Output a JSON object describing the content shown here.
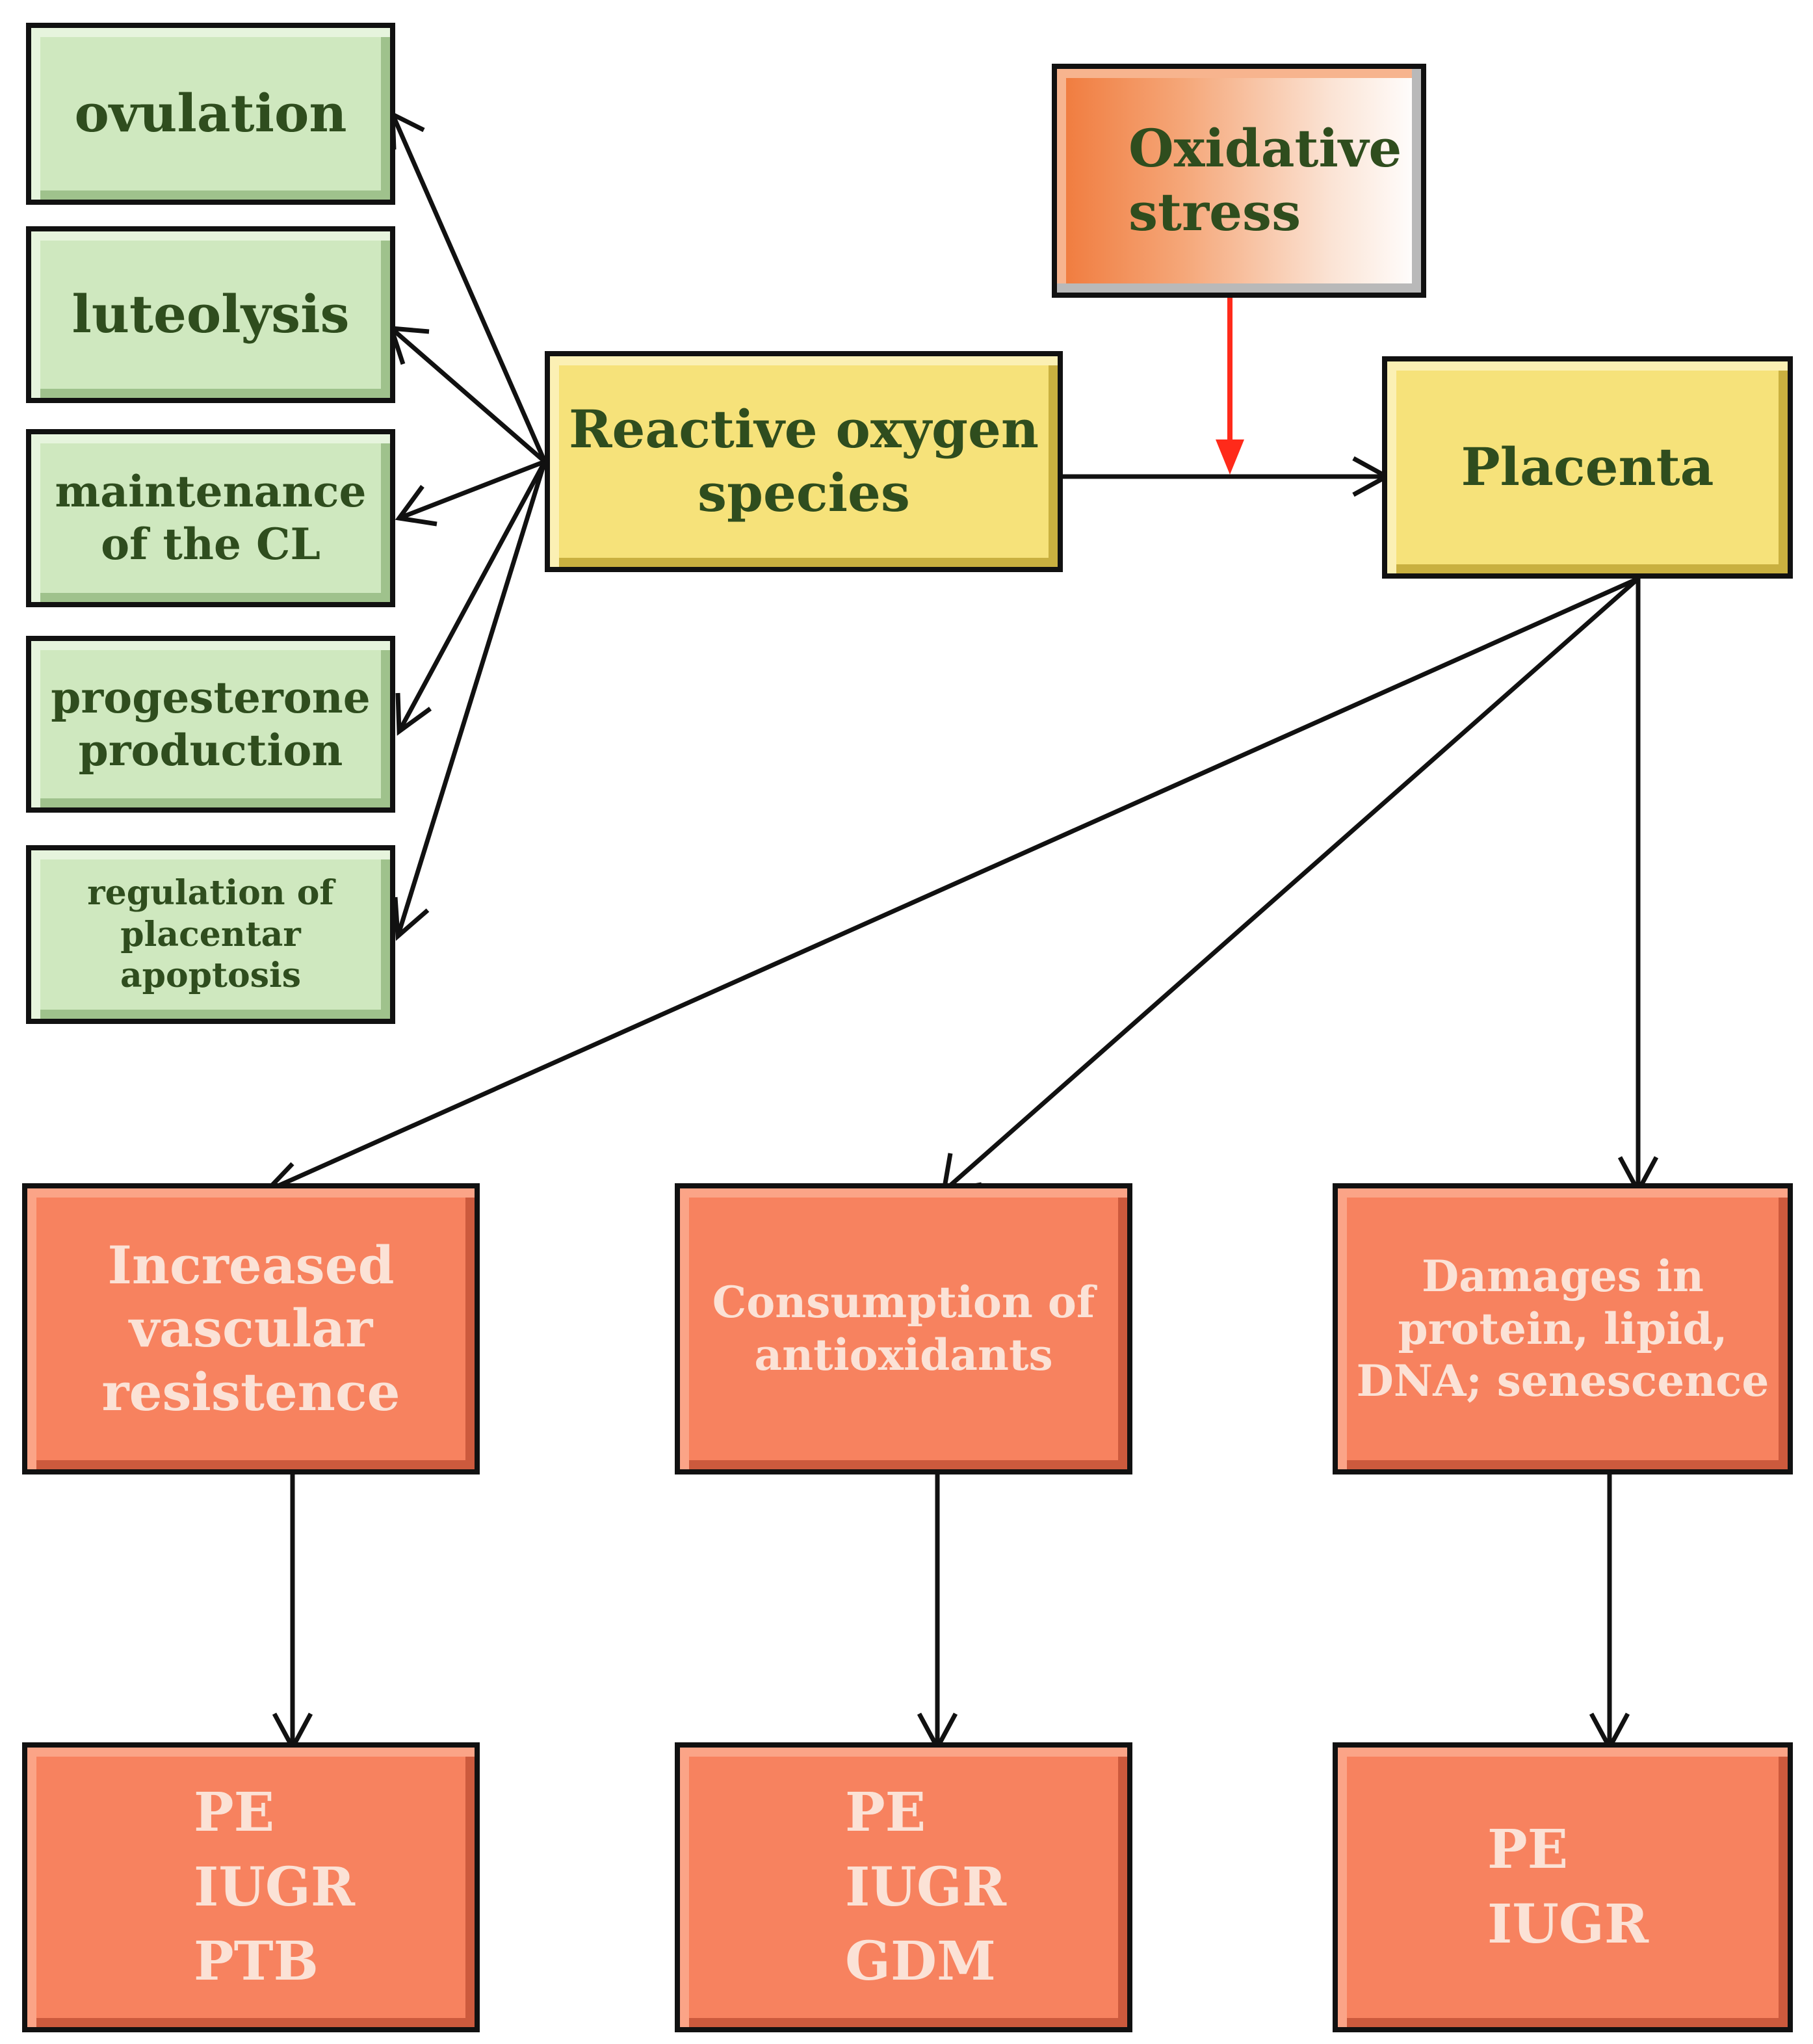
{
  "left_boxes": [
    {
      "lines": [
        "ovulation"
      ]
    },
    {
      "lines": [
        "luteolysis"
      ]
    },
    {
      "lines": [
        "maintenance",
        "of the CL"
      ]
    },
    {
      "lines": [
        "progesterone",
        "production"
      ]
    },
    {
      "lines": [
        "regulation of",
        "placentar",
        "apoptosis"
      ]
    }
  ],
  "stress": {
    "lines": [
      "Oxidative",
      "stress"
    ]
  },
  "ros": {
    "lines": [
      "Reactive oxygen",
      "species"
    ]
  },
  "placenta": {
    "lines": [
      "Placenta"
    ]
  },
  "mechanisms": [
    {
      "lines": [
        "Increased",
        "vascular",
        "resistence"
      ]
    },
    {
      "lines": [
        "Consumption of",
        "antioxidants"
      ]
    },
    {
      "lines": [
        "Damages in",
        "protein, lipid,",
        "DNA; senescence"
      ]
    }
  ],
  "outcomes": [
    {
      "lines": [
        "PE",
        "IUGR",
        "PTB"
      ]
    },
    {
      "lines": [
        "PE",
        "IUGR",
        "GDM"
      ]
    },
    {
      "lines": [
        "PE",
        "IUGR"
      ]
    }
  ],
  "colors": {
    "green_box": "#cfe8bf",
    "yellow_box": "#f6e27a",
    "red_box": "#f7825f",
    "stress_gradient_start": "#f07a3c",
    "dark_text": "#2f4d1e",
    "light_text": "#fbe2d6",
    "arrow": "#111111",
    "stress_arrow": "#ff2a1a"
  }
}
